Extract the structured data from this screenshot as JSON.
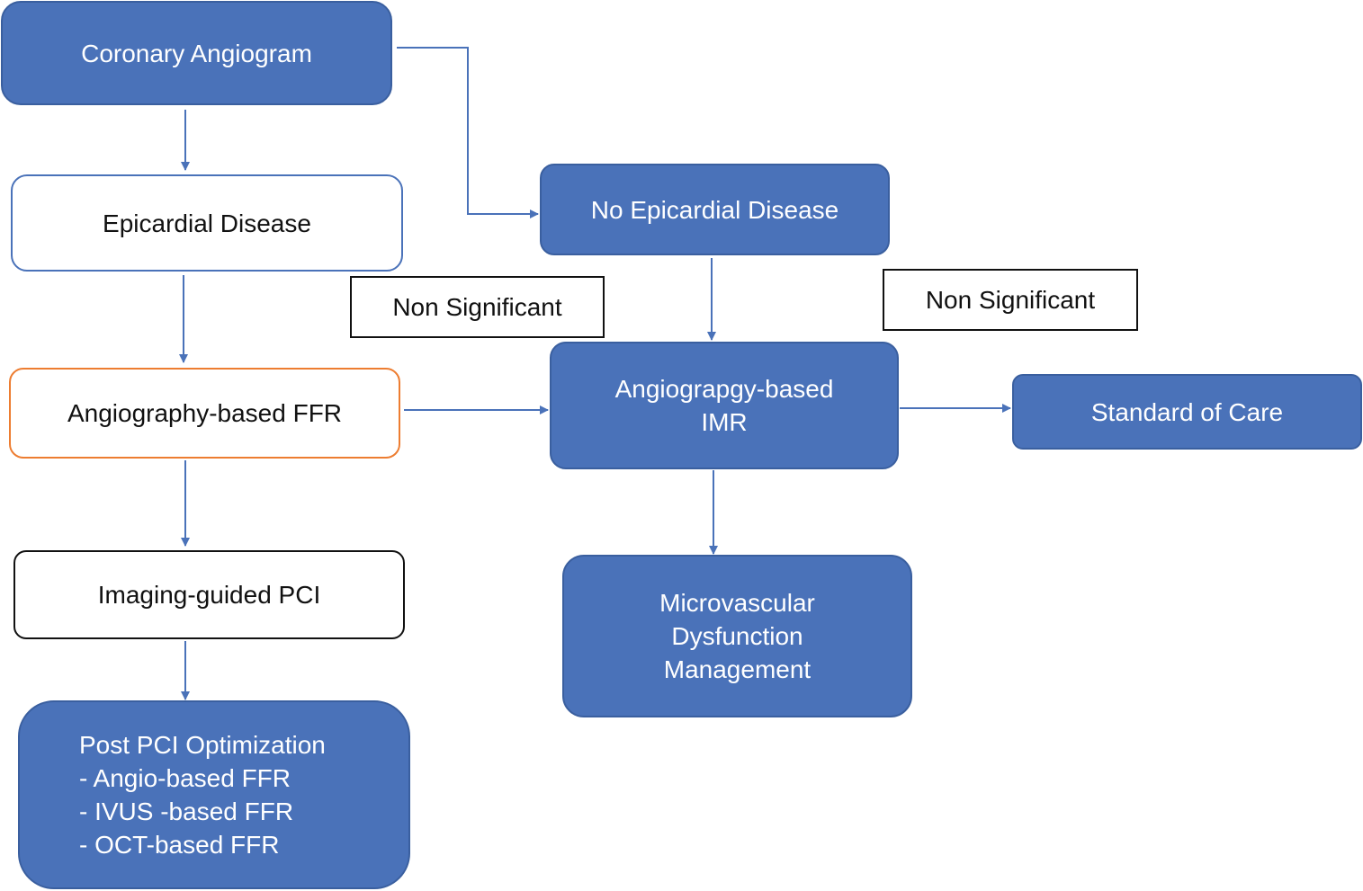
{
  "colors": {
    "node_fill": "#4a72b9",
    "node_border": "#3a5f9f",
    "outline_blue": "#4a72b9",
    "outline_orange": "#ed7d31",
    "outline_black": "#111111",
    "arrow": "#4a72b9"
  },
  "nodes": {
    "coronary_angiogram": "Coronary Angiogram",
    "epicardial_disease": "Epicardial Disease",
    "no_epicardial_disease": "No Epicardial Disease",
    "angiography_ffr": "Angiography-based FFR",
    "angiography_imr": "Angiograpgy-based\nIMR",
    "standard_of_care": "Standard of Care",
    "imaging_pci": "Imaging-guided PCI",
    "microvascular": "Microvascular\nDysfunction\nManagement",
    "post_pci": "Post PCI Optimization\n- Angio-based FFR\n- IVUS -based FFR\n- OCT-based FFR"
  },
  "labels": {
    "non_significant_left": "Non Significant",
    "non_significant_right": "Non Significant"
  }
}
